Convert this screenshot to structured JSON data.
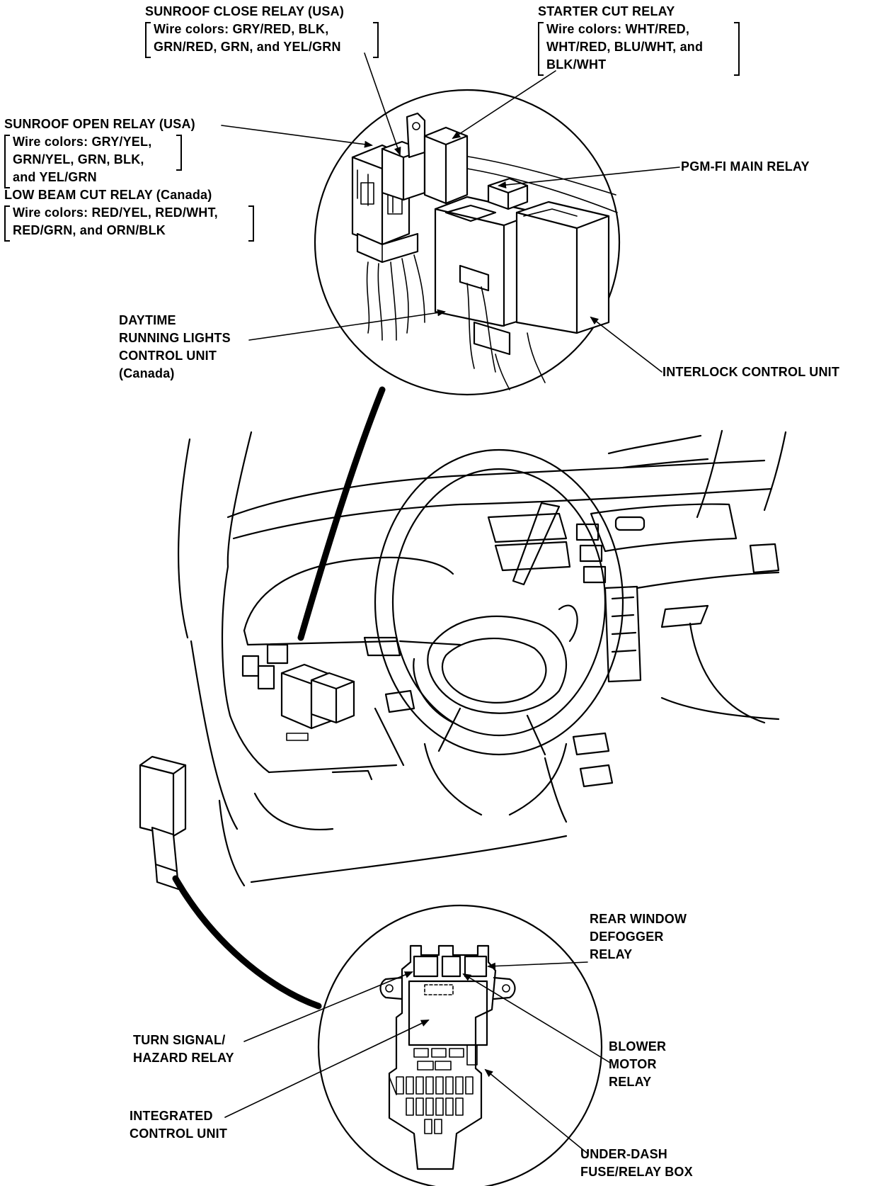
{
  "labels": {
    "sunroof_close": {
      "title": "SUNROOF CLOSE RELAY (USA)",
      "line1": "Wire colors: GRY/RED, BLK,",
      "line2": "GRN/RED, GRN, and YEL/GRN"
    },
    "starter_cut": {
      "title": "STARTER CUT RELAY",
      "line1": "Wire colors: WHT/RED,",
      "line2": "WHT/RED, BLU/WHT, and",
      "line3": "BLK/WHT"
    },
    "sunroof_open": {
      "title": "SUNROOF OPEN RELAY (USA)",
      "line1": "Wire colors: GRY/YEL,",
      "line2": "GRN/YEL, GRN, BLK,",
      "line3": "and YEL/GRN"
    },
    "low_beam_cut": {
      "title": "LOW BEAM CUT RELAY (Canada)",
      "line1": "Wire colors: RED/YEL, RED/WHT,",
      "line2": "RED/GRN, and ORN/BLK"
    },
    "pgm_fi": "PGM-FI MAIN RELAY",
    "drl": {
      "line1": "DAYTIME",
      "line2": "RUNNING LIGHTS",
      "line3": "CONTROL UNIT",
      "line4": "(Canada)"
    },
    "interlock": "INTERLOCK CONTROL UNIT",
    "rear_window": {
      "line1": "REAR WINDOW",
      "line2": "DEFOGGER",
      "line3": "RELAY"
    },
    "turn_signal": {
      "line1": "TURN SIGNAL/",
      "line2": "HAZARD RELAY"
    },
    "blower": {
      "line1": "BLOWER",
      "line2": "MOTOR",
      "line3": "RELAY"
    },
    "integrated": {
      "line1": "INTEGRATED",
      "line2": "CONTROL UNIT"
    },
    "under_dash": {
      "line1": "UNDER-DASH",
      "line2": "FUSE/RELAY BOX"
    }
  }
}
